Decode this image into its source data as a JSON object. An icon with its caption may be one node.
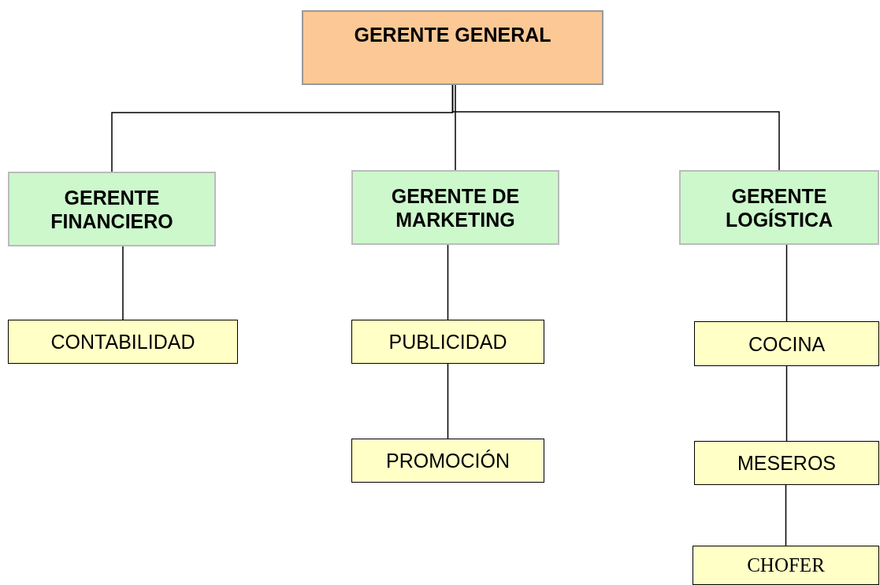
{
  "diagram": {
    "nodes": [
      {
        "text": [
          "GERENTE GENERAL"
        ]
      },
      {
        "text": [
          "GERENTE FINANCIERO"
        ]
      },
      {
        "text": [
          "GERENTE DE MARKETING"
        ]
      },
      {
        "text": [
          "GERENTE LOGÍSTICA"
        ]
      },
      {
        "text": [
          "CONTABILIDAD"
        ]
      },
      {
        "text": [
          "PUBLICIDAD"
        ]
      },
      {
        "text": [
          "PROMOCIÓN"
        ]
      },
      {
        "text": [
          "COCINA"
        ]
      },
      {
        "text": [
          "MESEROS"
        ]
      },
      {
        "text": [
          "CHOFER"
        ]
      }
    ],
    "edges": [
      {
        "from": 0,
        "to": 1,
        "arrow": "none"
      },
      {
        "from": 0,
        "to": 2,
        "arrow": "none"
      },
      {
        "from": 0,
        "to": 3,
        "arrow": "none"
      },
      {
        "from": 1,
        "to": 4,
        "arrow": "none"
      },
      {
        "from": 2,
        "to": 5,
        "arrow": "none"
      },
      {
        "from": 5,
        "to": 6,
        "arrow": "none"
      },
      {
        "from": 3,
        "to": 7,
        "arrow": "none"
      },
      {
        "from": 7,
        "to": 8,
        "arrow": "none"
      },
      {
        "from": 8,
        "to": 9,
        "arrow": "none"
      }
    ]
  }
}
